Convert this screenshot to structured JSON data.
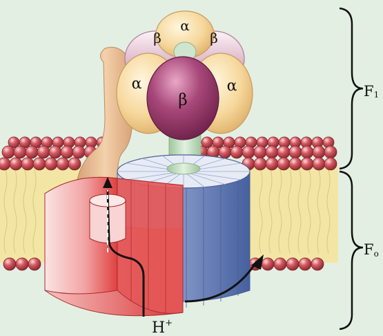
{
  "labels": {
    "alpha": "α",
    "beta": "β",
    "f1": "F",
    "f1_sub": "1",
    "fo": "F",
    "fo_sub": "o",
    "proton": "H",
    "proton_sup": "+"
  },
  "colors": {
    "background": "#e3efe3",
    "alpha_subunit": "#f5dca2",
    "beta_subunit": "#a8487a",
    "stator_stalk": "#ecc79a",
    "central_stalk": "#cde4cc",
    "a_subunit": "#e04a4a",
    "c_ring": "#6f85b8",
    "lipid_head": "#c84e56",
    "lipid_tail": "#f3e6a4",
    "arrow": "#111111"
  }
}
